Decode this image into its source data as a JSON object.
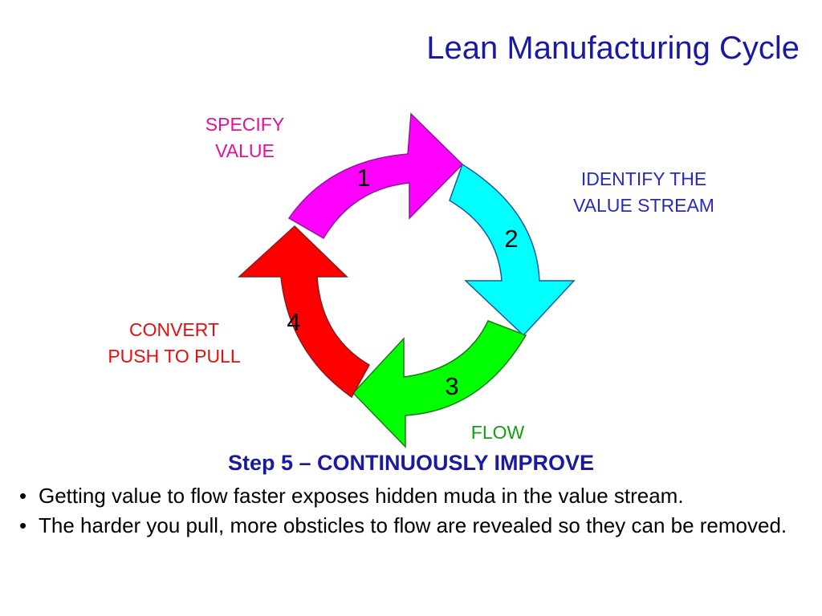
{
  "title": "Lean Manufacturing Cycle",
  "steps": [
    {
      "number": "1",
      "label_lines": [
        "SPECIFY",
        "VALUE"
      ],
      "color": "#ff00ff",
      "text_color": "#e0109a"
    },
    {
      "number": "2",
      "label_lines": [
        "IDENTIFY THE",
        "VALUE STREAM"
      ],
      "color": "#00ffff",
      "text_color": "#2a2ab8"
    },
    {
      "number": "3",
      "label_lines": [
        "FLOW"
      ],
      "color": "#00ff00",
      "text_color": "#12a012"
    },
    {
      "number": "4",
      "label_lines": [
        "CONVERT",
        "PUSH TO PULL"
      ],
      "color": "#ff0000",
      "text_color": "#e01010"
    }
  ],
  "step5_heading": "Step 5 – CONTINUOUSLY IMPROVE",
  "bullets": [
    "Getting value to flow faster exposes hidden muda in the value stream.",
    "The harder you pull, more obsticles to flow are revealed so they can be removed."
  ]
}
